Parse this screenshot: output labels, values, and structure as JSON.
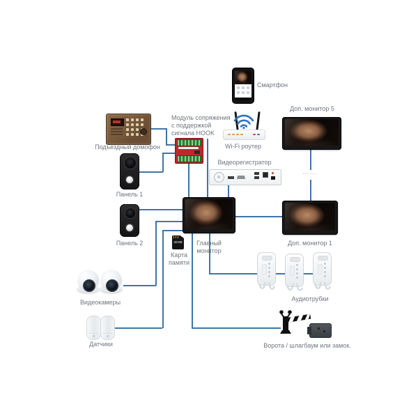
{
  "colors": {
    "line": "#3f74a8",
    "label": "#6d7680",
    "wifi": "#2f72c4",
    "module_pcb": "#c0272d"
  },
  "nodes": {
    "smartphone": {
      "label": "Смартфон"
    },
    "wifi_router": {
      "label": "Wi-Fi роутер"
    },
    "hook_module": {
      "label_lines": [
        "Модуль сопряжения",
        "с поддержкой",
        "сигнала HOOK"
      ]
    },
    "entrance_intercom": {
      "label": "Подъездный домофон"
    },
    "panel_1": {
      "label": "Панель 1"
    },
    "panel_2": {
      "label": "Панель 2"
    },
    "dvr": {
      "label": "Видеорегистратор"
    },
    "monitor_5": {
      "label": "Доп. монитор 5"
    },
    "monitor_1": {
      "label": "Доп. монитор 1"
    },
    "main_monitor": {
      "label_lines": [
        "Главный",
        "монитор"
      ]
    },
    "memory_card": {
      "label_lines": [
        "Карта",
        "памяти"
      ],
      "print": "32GB"
    },
    "cameras": {
      "label": "Видеокамеры"
    },
    "handsets": {
      "label": "Аудиотрубки"
    },
    "sensors": {
      "label": "Датчики"
    },
    "gate_lock": {
      "label": "Ворота / шлагбаум или замок."
    },
    "chain_ellipsis": {
      "label": "......"
    }
  }
}
